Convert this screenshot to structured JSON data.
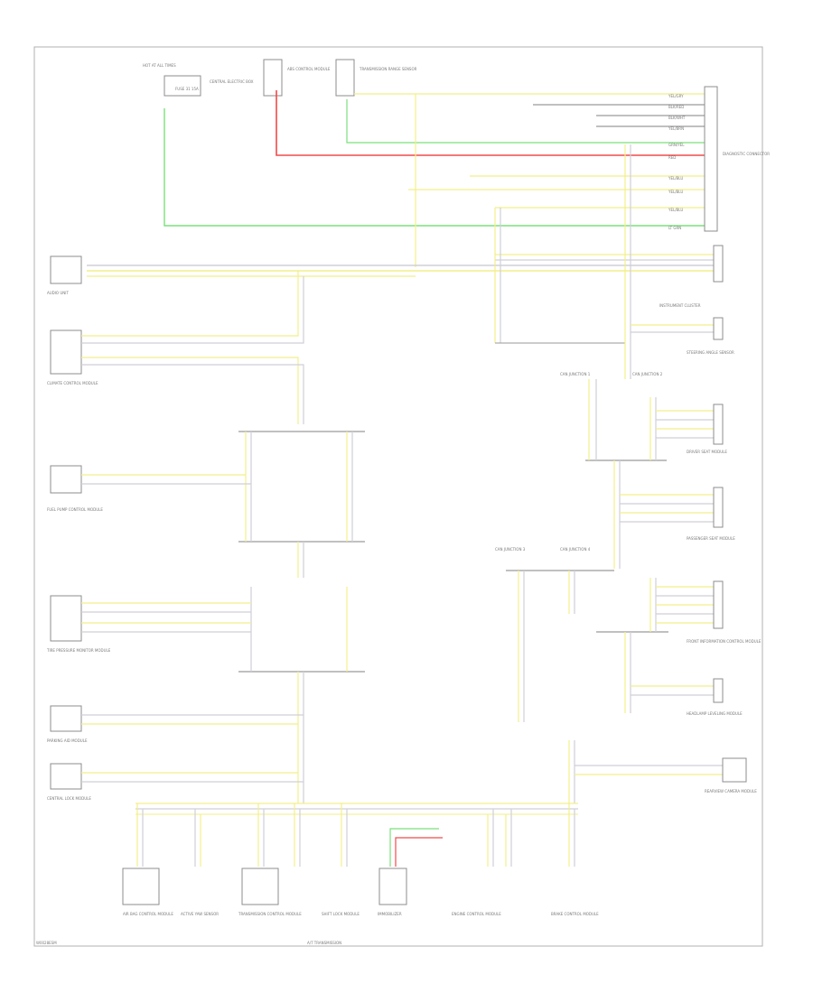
{
  "page_code": "W0028ESM",
  "footer_label": "A/T TRANSMISSION",
  "colors": {
    "can_low": "#f2ef8a",
    "can_high": "#cfcfd8",
    "power": "#f24a4a",
    "ground": "#7be07b",
    "bus": "#9a9a9a",
    "frame": "#b0b0b0"
  },
  "top_right_labels": [
    "YEL/GRY",
    "BLK/RED",
    "BLK/WHT",
    "YEL/BRN",
    "GRN/YEL",
    "RED",
    "YEL/BLU",
    "YEL/BLU",
    "YEL/BLU",
    "LT GRN"
  ],
  "top_right_module_label": "DIAGNOSTIC CONNECTOR",
  "top_left_labels": [
    "HOT AT ALL TIMES",
    "CENTRAL ELECTRIC BOX",
    "FUSE 31 15A",
    "ABS CONTROL MODULE",
    "TRANSMISSION RANGE SENSOR"
  ],
  "modules_left": [
    {
      "name": "AUDIO UNIT"
    },
    {
      "name": "CLIMATE CONTROL MODULE"
    },
    {
      "name": "FUEL PUMP CONTROL MODULE"
    },
    {
      "name": "TIRE PRESSURE MONITOR MODULE"
    },
    {
      "name": "PARKING AID MODULE"
    },
    {
      "name": "CENTRAL LOCK MODULE"
    }
  ],
  "modules_right": [
    {
      "name": "INSTRUMENT CLUSTER"
    },
    {
      "name": "STEERING ANGLE SENSOR"
    },
    {
      "name": "DRIVER SEAT MODULE"
    },
    {
      "name": "PASSENGER SEAT MODULE"
    },
    {
      "name": "FRONT INFORMATION CONTROL MODULE"
    },
    {
      "name": "HEADLAMP LEVELING MODULE"
    },
    {
      "name": "REARVIEW CAMERA MODULE"
    }
  ],
  "modules_bottom": [
    {
      "name": "AIR BAG CONTROL MODULE"
    },
    {
      "name": "ACTIVE YAW SENSOR"
    },
    {
      "name": "TRANSMISSION CONTROL MODULE"
    },
    {
      "name": "SHIFT LOCK MODULE"
    },
    {
      "name": "IMMOBILIZER"
    },
    {
      "name": "ENGINE CONTROL MODULE"
    },
    {
      "name": "BRAKE CONTROL MODULE"
    }
  ],
  "junctions": [
    {
      "name": "CAN JUNCTION 1"
    },
    {
      "name": "CAN JUNCTION 2"
    },
    {
      "name": "CAN JUNCTION 3"
    },
    {
      "name": "CAN JUNCTION 4"
    }
  ]
}
